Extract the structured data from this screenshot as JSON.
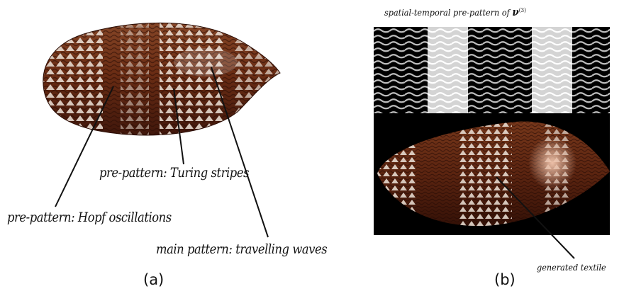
{
  "panel_a": {
    "labels": {
      "turing": "pre-pattern: Turing stripes",
      "hopf": "pre-pattern: Hopf oscillations",
      "main": "main pattern: travelling waves"
    },
    "caption": "(a)"
  },
  "panel_b": {
    "title_text": "spatial-temporal pre-pattern of",
    "title_symbol": "ν",
    "title_superscript": "(3)",
    "label_textile": "generated textile",
    "caption": "(b)"
  },
  "colors": {
    "shell_brown": "#6b2d14",
    "shell_dark": "#3b140a",
    "shell_light": "#f1e7de",
    "stripe_gray": "#c9c9c9",
    "background_panel": "#000000"
  }
}
